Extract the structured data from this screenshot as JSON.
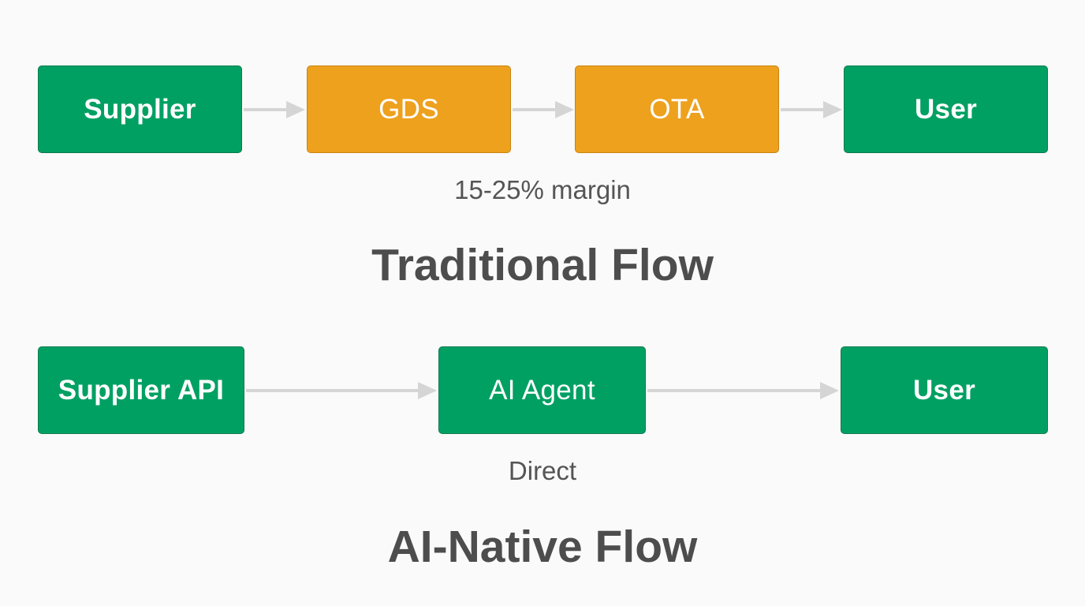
{
  "colors": {
    "intermediary": "#eea11d",
    "endpoint": "#00a063",
    "arrow": "#d5d5d5",
    "text": "#4d4d4d"
  },
  "traditional": {
    "nodes": [
      "Supplier",
      "GDS",
      "OTA",
      "User"
    ],
    "caption": "15-25% margin",
    "title": "Traditional Flow"
  },
  "ai_native": {
    "nodes": [
      "Supplier API",
      "AI Agent",
      "User"
    ],
    "caption": "Direct",
    "title": "AI-Native Flow"
  }
}
